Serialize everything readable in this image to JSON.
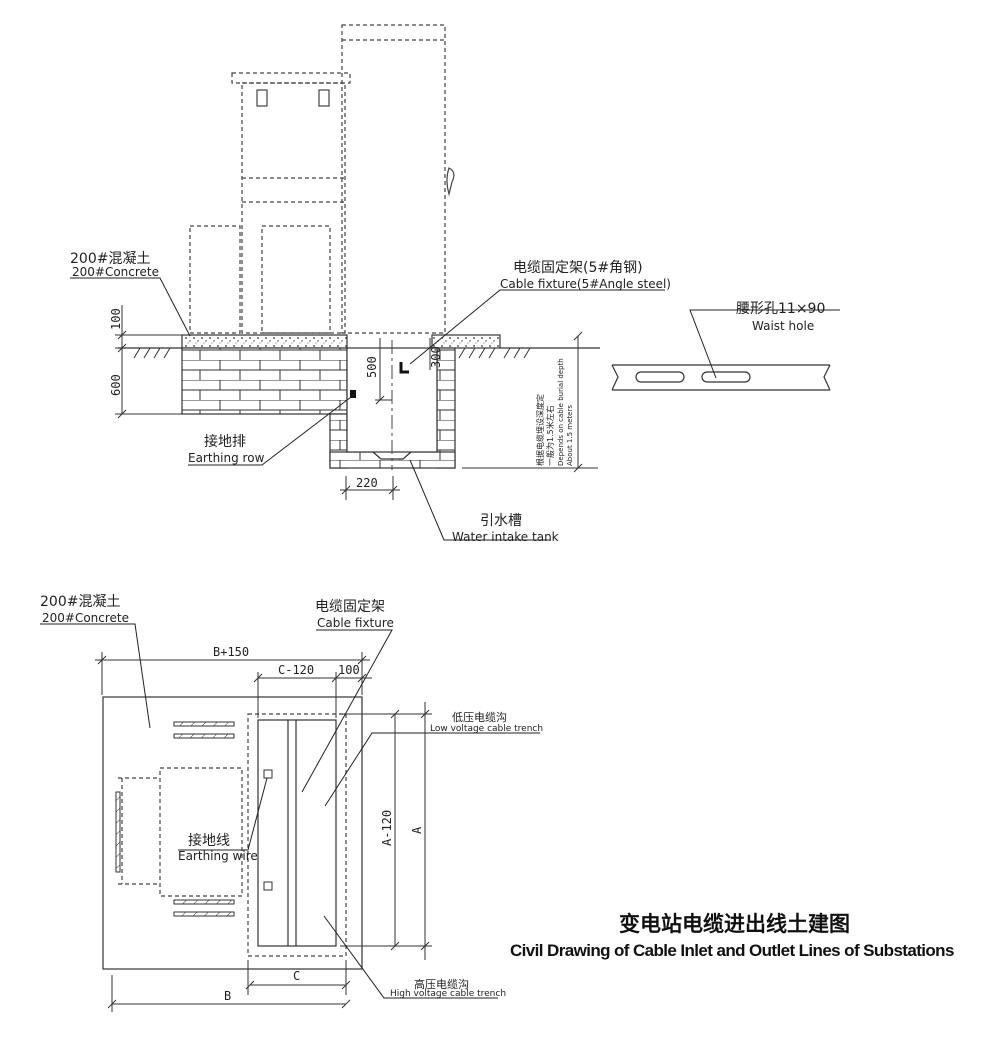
{
  "title": {
    "cn": "变电站电缆进出线土建图",
    "en": "Civil Drawing of Cable Inlet and Outlet Lines of Substations"
  },
  "section_top": {
    "concrete_cn": "200#混凝土",
    "concrete_en": "200#Concrete",
    "fixture_cn": "电缆固定架(5#角钢)",
    "fixture_en": "Cable fixture(5#Angle steel)",
    "waist_cn": "腰形孔11×90",
    "waist_en": "Waist hole",
    "earthing_cn": "接地排",
    "earthing_en": "Earthing row",
    "tank_cn": "引水槽",
    "tank_en": "Water intake tank",
    "depth_cn_1": "根据电缆埋设深度定",
    "depth_cn_2": "一般为1.5米左右",
    "depth_en_1": "Depends on cable burial depth",
    "depth_en_2": "About 1.5 meters",
    "dim_100": "100",
    "dim_600": "600",
    "dim_500": "500",
    "dim_300": "300",
    "dim_220": "220"
  },
  "plan_bottom": {
    "concrete_cn": "200#混凝土",
    "concrete_en": "200#Concrete",
    "fixture_cn": "电缆固定架",
    "fixture_en": "Cable fixture",
    "low_cn": "低压电缆沟",
    "low_en": "Low voltage cable trench",
    "high_cn": "高压电缆沟",
    "high_en": "High voltage cable trench",
    "earth_wire_cn": "接地线",
    "earth_wire_en": "Earthing wire",
    "dim_b150": "B+150",
    "dim_c120": "C-120",
    "dim_100": "100",
    "dim_a120": "A-120",
    "dim_a": "A",
    "dim_c": "C",
    "dim_b": "B"
  }
}
